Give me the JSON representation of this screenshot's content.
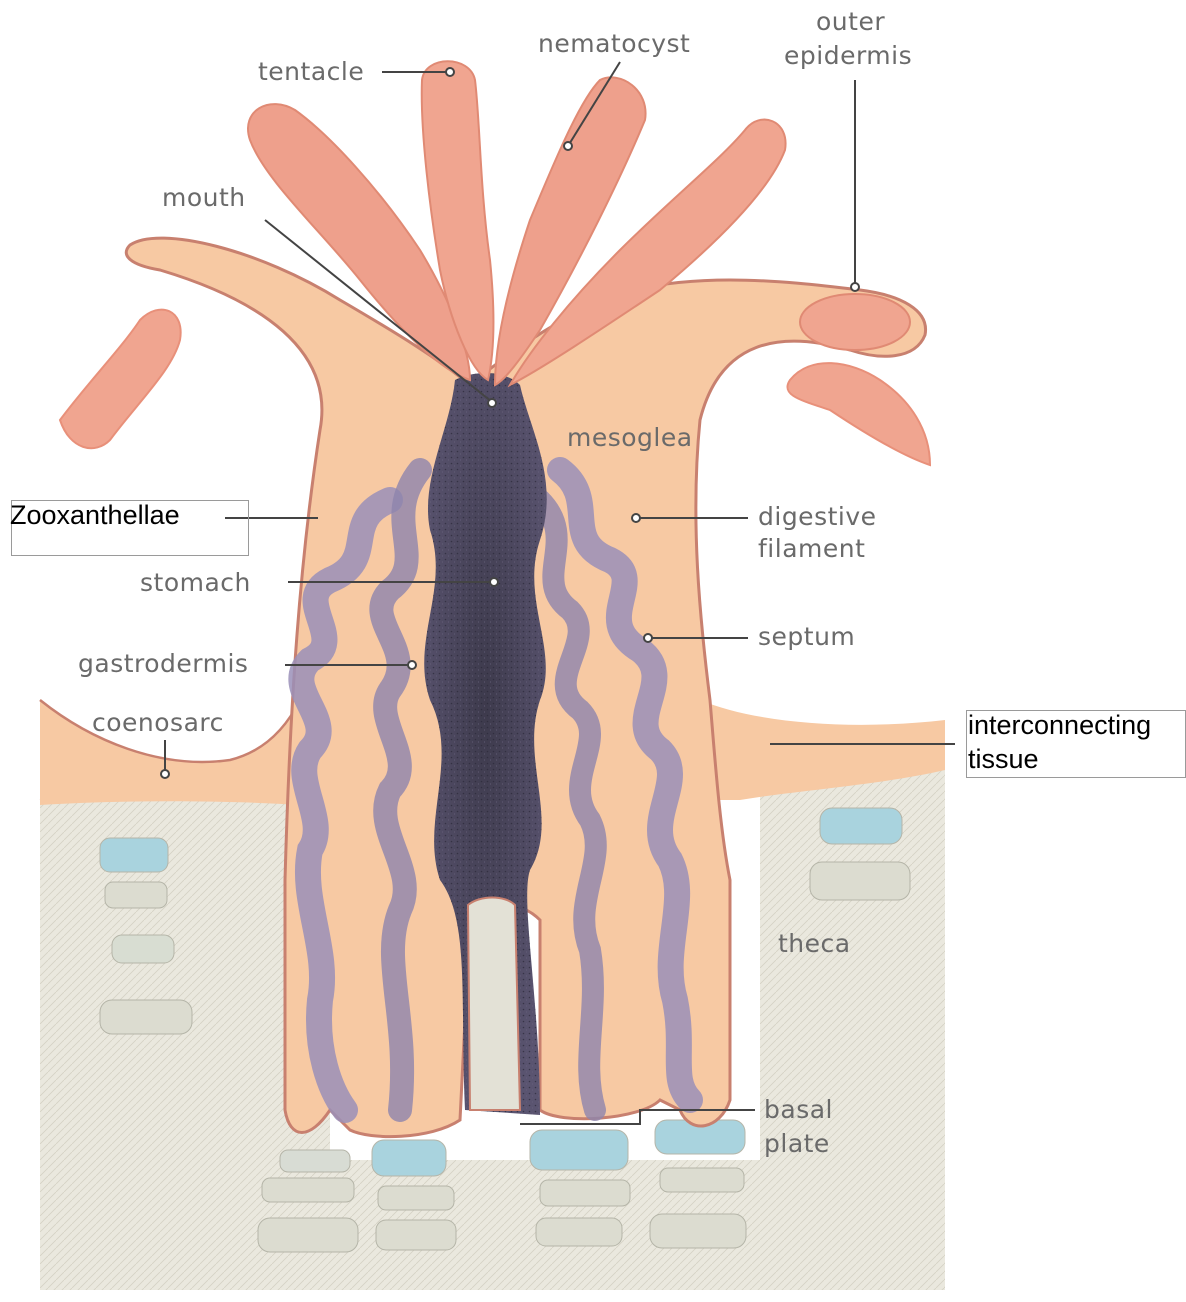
{
  "labels": {
    "tentacle": "tentacle",
    "nematocyst": "nematocyst",
    "outer_epidermis_1": "outer",
    "outer_epidermis_2": "epidermis",
    "mouth": "mouth",
    "mesoglea": "mesoglea",
    "digestive_filament_1": "digestive",
    "digestive_filament_2": "filament",
    "stomach": "stomach",
    "septum": "septum",
    "gastrodermis": "gastrodermis",
    "coenosarc": "coenosarc",
    "theca": "theca",
    "basal_plate_1": "basal",
    "basal_plate_2": "plate"
  },
  "answer_boxes": {
    "zooxanthellae": "Zooxanthellae",
    "interconnecting_1": "interconnecting",
    "interconnecting_2": "tissue"
  },
  "colors": {
    "flesh": "#f7c9a3",
    "tentacle": "#eea08c",
    "cavity": "#4a4658",
    "septum_purple": "#9a8fb8",
    "skeleton": "#e8e6dc",
    "crystal_blue": "#a9d3de"
  }
}
